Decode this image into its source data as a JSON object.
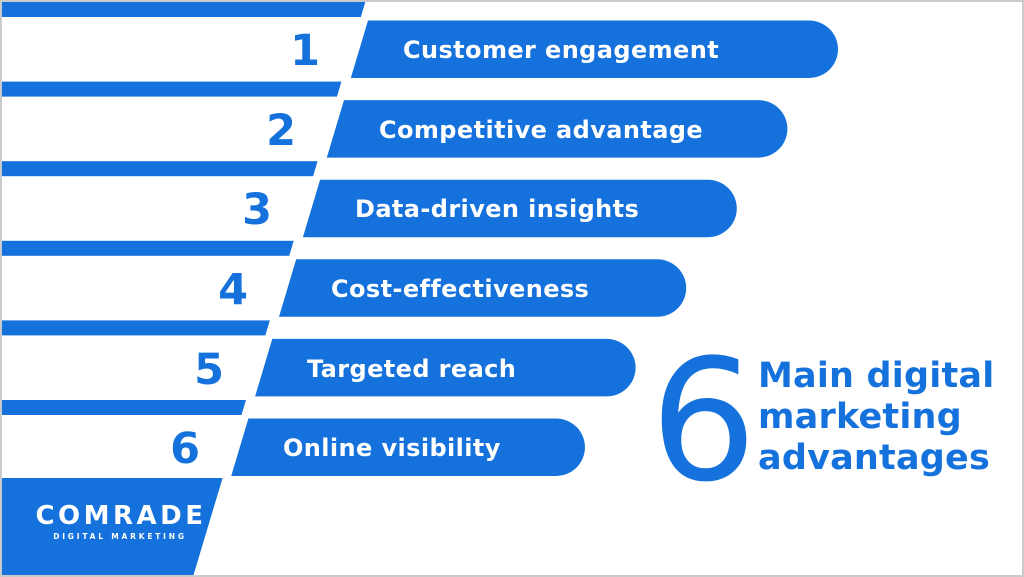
{
  "infographic": {
    "heading": {
      "count": "6",
      "line1": "Main digital",
      "line2": "marketing",
      "line3": "advantages"
    },
    "rows": [
      {
        "number": "1",
        "label": "Customer engagement"
      },
      {
        "number": "2",
        "label": "Competitive advantage"
      },
      {
        "number": "3",
        "label": "Data-driven insights"
      },
      {
        "number": "4",
        "label": "Cost-effectiveness"
      },
      {
        "number": "5",
        "label": "Targeted reach"
      },
      {
        "number": "6",
        "label": "Online visibility"
      }
    ],
    "brand": {
      "name": "COMRADE",
      "tagline": "DIGITAL MARKETING"
    },
    "colors": {
      "accent_blue": "#1571DC",
      "frame_gray": "#C9CACB",
      "background": "#FFFFFF"
    }
  }
}
